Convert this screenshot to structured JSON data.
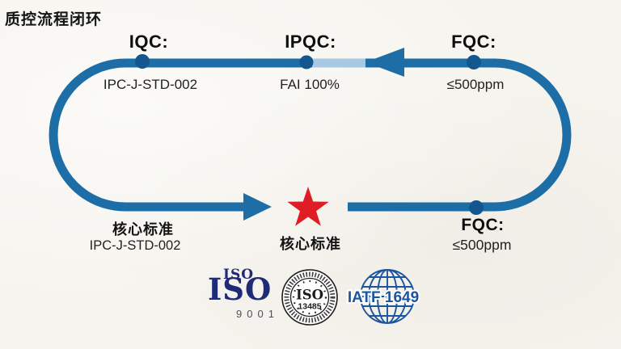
{
  "page": {
    "title": "质控流程闭环"
  },
  "colors": {
    "background": "#f6f4ee",
    "loop": "#1d6da7",
    "loop_light": "#a9c9e2",
    "node_dot": "#14568e",
    "star": "#df1d24",
    "iso9001_navy": "#1f2b76",
    "iso9001_sub": "#50505a",
    "seal_dark": "#1d1d1d",
    "iatf_blue": "#1b55a0"
  },
  "loop": {
    "stations": [
      {
        "id": "iqc",
        "label": "IQC:",
        "value": "IPC-J-STD-002"
      },
      {
        "id": "ipqc",
        "label": "IPQC:",
        "value": "FAI 100%"
      },
      {
        "id": "fqc_top",
        "label": "FQC:",
        "value": "≤500ppm"
      },
      {
        "id": "core_left",
        "label": "核心标准",
        "value": "IPC-J-STD-002"
      },
      {
        "id": "core_center",
        "label": "核心标准",
        "value": ""
      },
      {
        "id": "fqc_bottom",
        "label": "FQC:",
        "value": "≤500ppm"
      }
    ]
  },
  "certifications": {
    "iso9001": {
      "top_text": "ISO",
      "main_text": "ISO",
      "sub_text": "9001"
    },
    "iso13485": {
      "main_text": "ISO",
      "sub_text": "13485"
    },
    "iatf": {
      "label": "IATF 1649"
    }
  },
  "icons": {
    "star": "red-five-point-star",
    "globe": "wireframe-globe",
    "seal": "circular-certification-seal"
  }
}
